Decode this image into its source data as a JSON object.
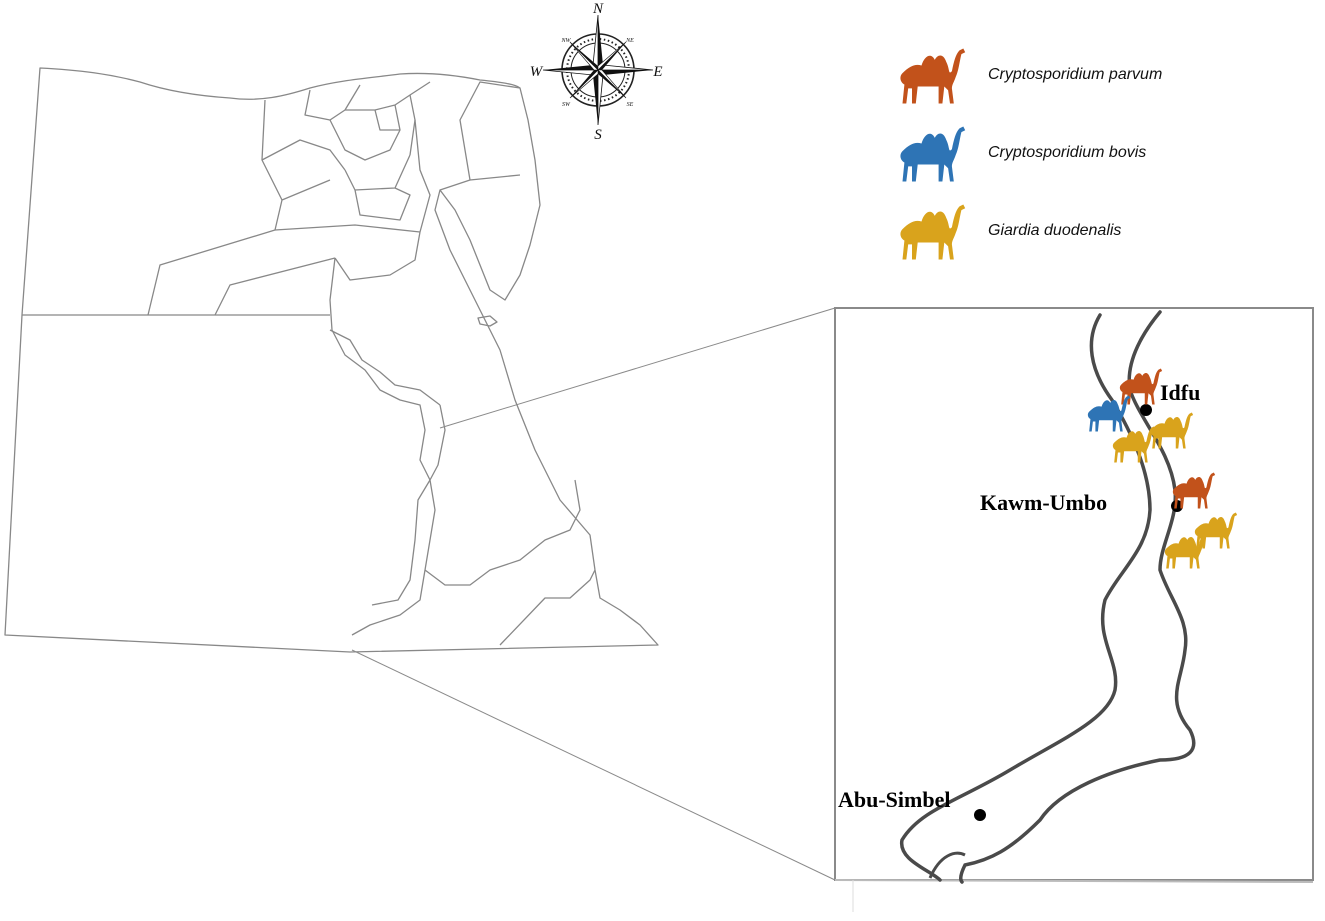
{
  "compass": {
    "north": "N",
    "south": "S",
    "east": "E",
    "west": "W",
    "northeast": "NE",
    "northwest": "NW",
    "southeast": "SE",
    "southwest": "SW"
  },
  "legend": [
    {
      "label": "Cryptosporidium parvum",
      "color": "#c2521b",
      "icon": "camel-icon"
    },
    {
      "label": "Cryptosporidium bovis",
      "color": "#2e74b5",
      "icon": "camel-icon"
    },
    {
      "label": "Giardia duodenalis",
      "color": "#d9a31c",
      "icon": "camel-icon"
    }
  ],
  "cities": [
    {
      "name": "Idfu"
    },
    {
      "name": "Kawm-Umbo"
    },
    {
      "name": "Abu-Simbel"
    }
  ],
  "colors": {
    "border": "#888888",
    "river": "#4a4a4a",
    "city_marker": "#000000"
  }
}
